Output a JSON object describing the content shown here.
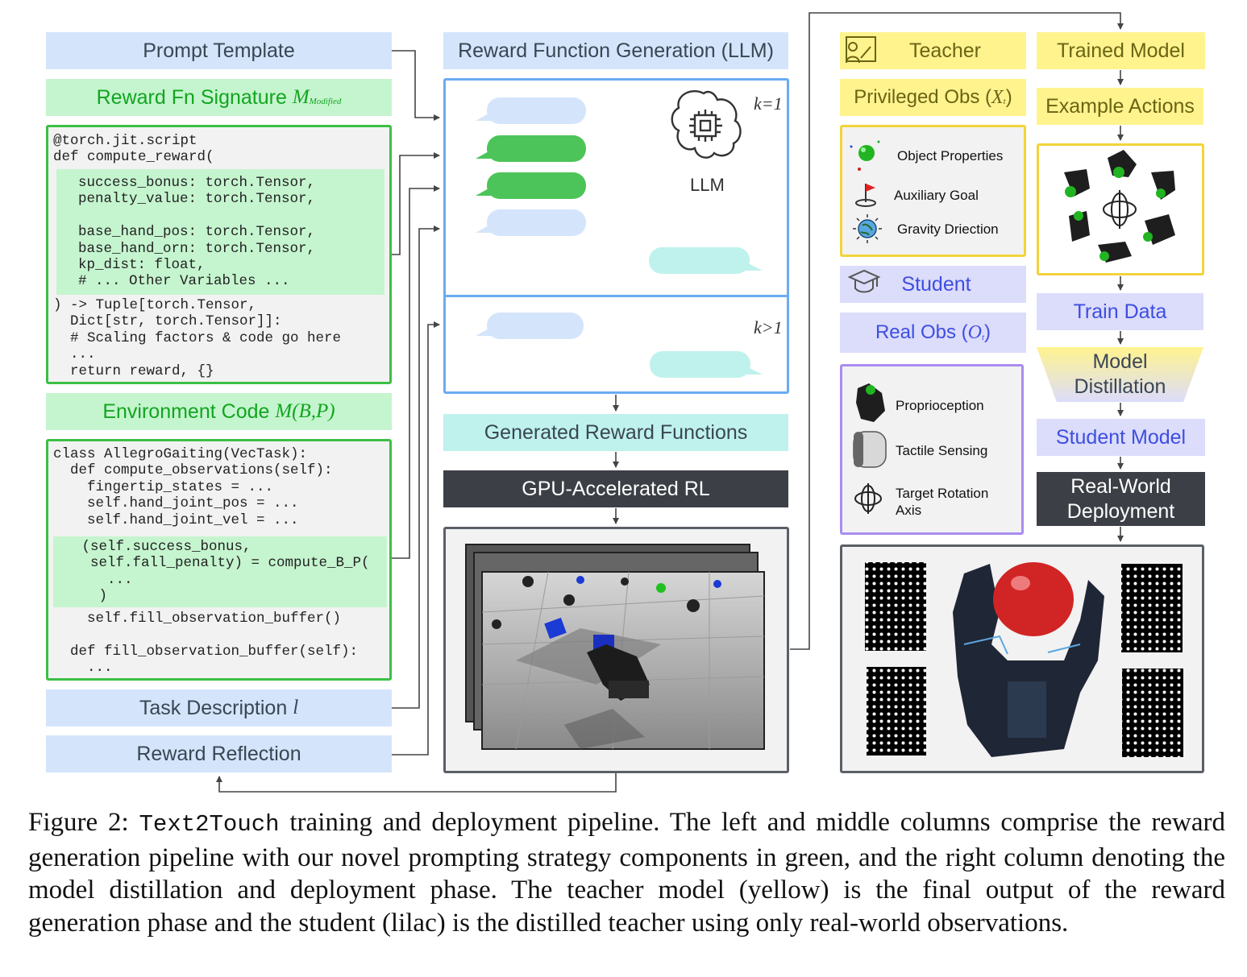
{
  "left": {
    "prompt_template": "Prompt Template",
    "reward_signature": {
      "label": "Reward Fn Signature",
      "math": "M",
      "math_sub": "Modified"
    },
    "reward_code": {
      "pre": [
        "@torch.jit.script",
        "def compute_reward("
      ],
      "highlight": [
        "  success_bonus: torch.Tensor,",
        "  penalty_value: torch.Tensor,",
        "",
        "  base_hand_pos: torch.Tensor,",
        "  base_hand_orn: torch.Tensor,",
        "  kp_dist: float,",
        "  # ... Other Variables ..."
      ],
      "post": [
        ") -> Tuple[torch.Tensor,",
        "  Dict[str, torch.Tensor]]:",
        "  # Scaling factors & code go here",
        "  ...",
        "  return reward, {}"
      ]
    },
    "environment_code": {
      "label": "Environment Code",
      "math": "M(B,P)"
    },
    "env_code": {
      "pre": [
        "class AllegroGaiting(VecTask):",
        "  def compute_observations(self):",
        "    fingertip_states = ...",
        "    self.hand_joint_pos = ...",
        "    self.hand_joint_vel = ...",
        "    ..."
      ],
      "highlight": [
        "   (self.success_bonus,",
        "    self.fall_penalty) = compute_B_P(",
        "      ...",
        "     )"
      ],
      "post": [
        "    self.fill_observation_buffer()",
        "",
        "  def fill_observation_buffer(self):",
        "    ..."
      ]
    },
    "task_description": {
      "label": "Task Description",
      "math": "l"
    },
    "reward_reflection": "Reward Reflection"
  },
  "middle": {
    "llm_header": "Reward Function Generation (LLM)",
    "k1": "k=1",
    "kgt1": "k>1",
    "llm_label": "LLM",
    "generated": "Generated Reward Functions",
    "gpu_rl": "GPU-Accelerated RL"
  },
  "right": {
    "teacher": "Teacher",
    "privileged": {
      "label": "Privileged Obs (",
      "math": "X",
      "math_sub": "t",
      "close": ")"
    },
    "priv_items": [
      "Object Properties",
      "Auxiliary Goal",
      "Gravity Driection"
    ],
    "student": "Student",
    "real_obs": {
      "label": "Real Obs (",
      "math": "O",
      "math_sub": "t",
      "close": ")"
    },
    "real_items": [
      "Proprioception",
      "Tactile Sensing",
      "Target Rotation Axis"
    ],
    "trained_model": "Trained Model",
    "example_actions": "Example Actions",
    "train_data": "Train Data",
    "model_distillation": "Model Distillation",
    "student_model": "Student Model",
    "deployment": "Real-World Deployment"
  },
  "caption": {
    "prefix": "Figure 2: ",
    "name": "Text2Touch",
    "rest": " training and deployment pipeline. The left and middle columns comprise the reward generation pipeline with our novel prompting strategy components in green, and the right column denoting the model distillation and deployment phase. The teacher model (yellow) is the final output of the reward generation phase and the student (lilac) is the distilled teacher using only real-world observations."
  },
  "colors": {
    "blue": "#d4e5fb",
    "green": "#c5f5cf",
    "green_border": "#3cbf45",
    "yellow": "#fff38e",
    "yellow_border": "#f2d43a",
    "lilac": "#dcdcfb",
    "lilac_border": "#a88df0",
    "dark": "#3c4046",
    "teal": "#bff2ec",
    "llm_border": "#6aabf0"
  },
  "icons": [
    "teacher-icon",
    "object-icon",
    "goal-flag-icon",
    "gravity-icon",
    "student-icon",
    "proprioception-icon",
    "tactile-icon",
    "rotation-axis-icon",
    "brain-icon"
  ]
}
